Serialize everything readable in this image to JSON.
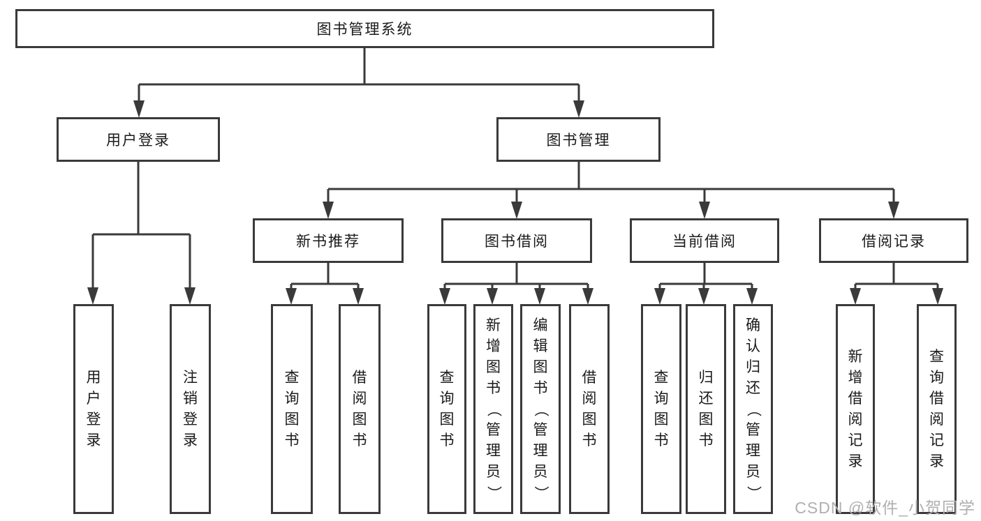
{
  "tree": {
    "root": "图书管理系统",
    "branches": [
      {
        "label": "用户登录",
        "children": [
          "用户登录",
          "注销登录"
        ]
      },
      {
        "label": "图书管理",
        "groups": [
          {
            "label": "新书推荐",
            "children": [
              "查询图书",
              "借阅图书"
            ]
          },
          {
            "label": "图书借阅",
            "children": [
              "查询图书",
              "新增图书（管理员）",
              "编辑图书（管理员）",
              "借阅图书"
            ]
          },
          {
            "label": "当前借阅",
            "children": [
              "查询图书",
              "归还图书",
              "确认归还（管理员）"
            ]
          },
          {
            "label": "借阅记录",
            "children": [
              "新增借阅记录",
              "查询借阅记录"
            ]
          }
        ]
      }
    ]
  },
  "watermark": {
    "text": "CSDN @软件_小贺同学"
  },
  "colors": {
    "line": "#3a3a3a",
    "text": "#1a1a1a",
    "watermark": "#b0b0b0",
    "background": "#ffffff"
  }
}
